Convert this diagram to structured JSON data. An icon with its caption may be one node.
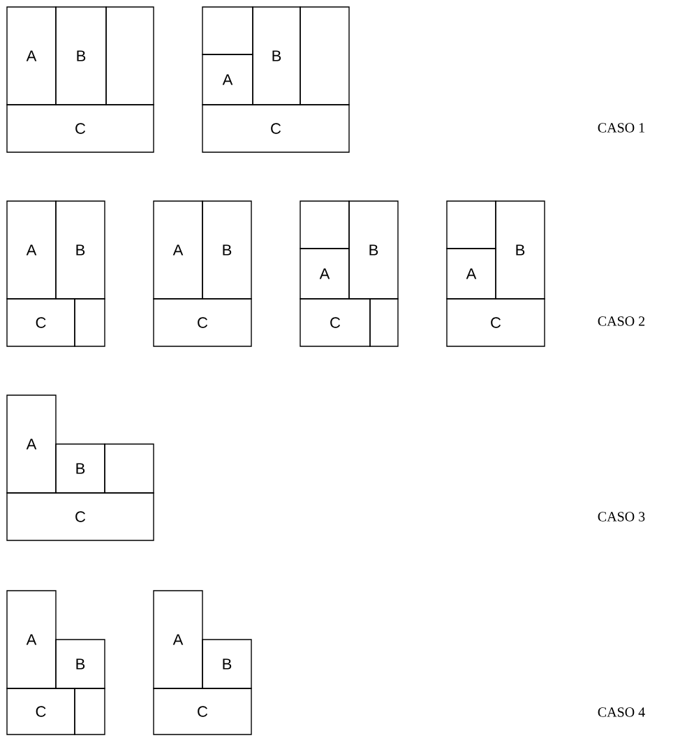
{
  "diagram": {
    "nodes": [
      {
        "text": [
          "A"
        ]
      },
      {
        "text": [
          "B"
        ]
      },
      {
        "text": [],
        "shape": "box"
      },
      {
        "text": [
          "C"
        ]
      },
      {
        "text": [],
        "shape": "box"
      },
      {
        "text": [
          "A"
        ]
      },
      {
        "text": [
          "B"
        ]
      },
      {
        "text": [],
        "shape": "box"
      },
      {
        "text": [
          "C"
        ]
      },
      {
        "text": [
          "A"
        ]
      },
      {
        "text": [
          "B"
        ]
      },
      {
        "text": [
          "C"
        ]
      },
      {
        "text": [],
        "shape": "box"
      },
      {
        "text": [
          "A"
        ]
      },
      {
        "text": [
          "B"
        ]
      },
      {
        "text": [
          "C"
        ]
      },
      {
        "text": [],
        "shape": "box"
      },
      {
        "text": [
          "A"
        ]
      },
      {
        "text": [
          "B"
        ]
      },
      {
        "text": [
          "C"
        ]
      },
      {
        "text": [],
        "shape": "box"
      },
      {
        "text": [],
        "shape": "box"
      },
      {
        "text": [
          "A"
        ]
      },
      {
        "text": [
          "B"
        ]
      },
      {
        "text": [
          "C"
        ]
      },
      {
        "text": [
          "A"
        ]
      },
      {
        "text": [
          "B"
        ]
      },
      {
        "text": [],
        "shape": "box"
      },
      {
        "text": [
          "C"
        ]
      },
      {
        "text": [
          "A"
        ]
      },
      {
        "text": [
          "B"
        ]
      },
      {
        "text": [
          "C"
        ]
      },
      {
        "text": [],
        "shape": "box"
      },
      {
        "text": [
          "A"
        ]
      },
      {
        "text": [
          "B"
        ]
      },
      {
        "text": [
          "C"
        ]
      }
    ],
    "labels": [
      "CASO 1",
      "CASO 2",
      "CASO 3",
      "CASO 4"
    ]
  }
}
